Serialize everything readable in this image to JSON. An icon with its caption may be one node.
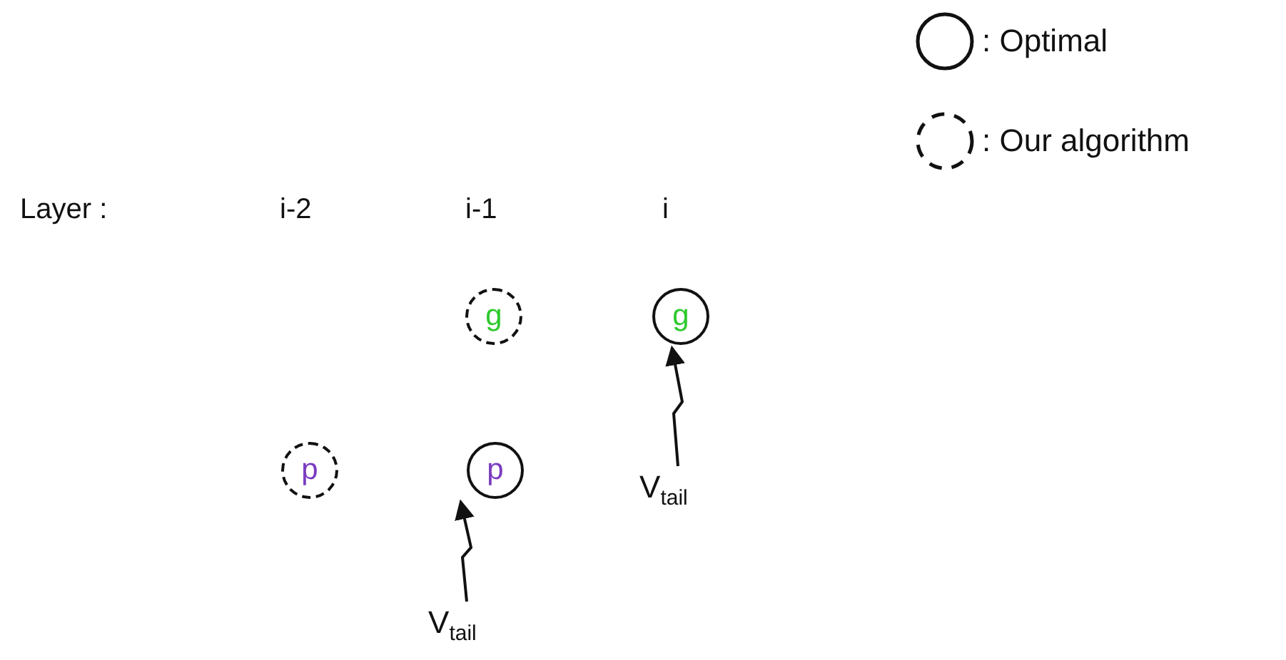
{
  "diagram": {
    "nodes": [
      {
        "text": [
          "g"
        ]
      },
      {
        "text": [
          "g"
        ]
      },
      {
        "text": [
          "p"
        ]
      },
      {
        "text": [
          "p"
        ]
      },
      {
        "text": [
          "V$_{tail}$"
        ]
      },
      {
        "text": [
          "V$_{tail}$"
        ]
      }
    ],
    "edges": [
      {
        "from": 4,
        "to": 1,
        "arrow": "to"
      },
      {
        "from": 5,
        "to": 3,
        "arrow": "to"
      }
    ],
    "labels": [
      "Layer :",
      "i-2",
      "i-1",
      "i"
    ],
    "legend": [
      {
        "text": ": Optimal"
      },
      {
        "text": ": Our algorithm"
      }
    ]
  }
}
